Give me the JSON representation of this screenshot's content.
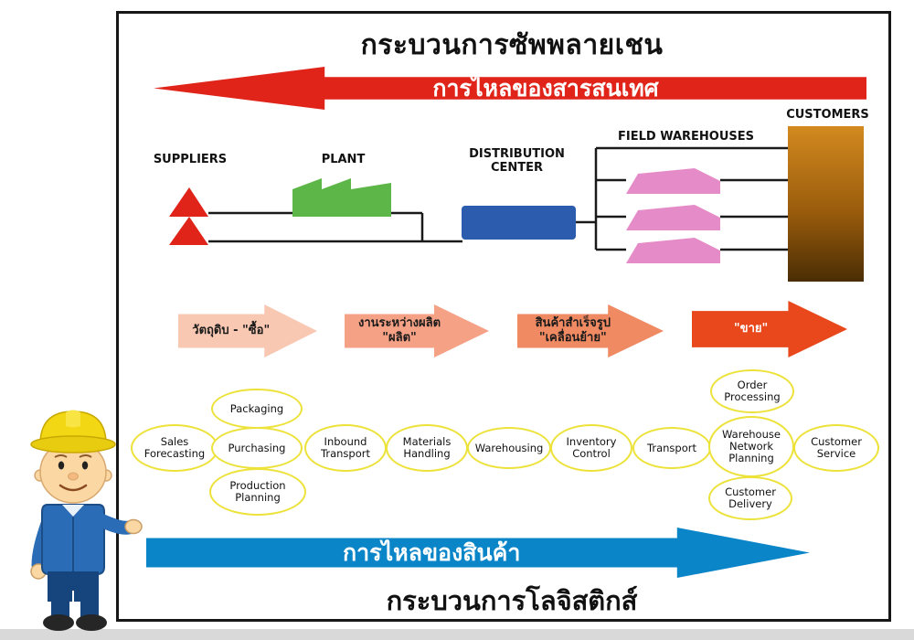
{
  "diagram": {
    "title_top": "กระบวนการซัพพลายเชน",
    "title_bottom": "กระบวนการโลจิสติกส์"
  },
  "flow_arrows": {
    "information": {
      "label": "การไหลของสารสนเทศ",
      "color": "#e0241a"
    },
    "goods": {
      "label": "การไหลของสินค้า",
      "color": "#0a85c8"
    }
  },
  "supply_chain_nodes": {
    "suppliers": {
      "label": "SUPPLIERS",
      "color": "#e0241a"
    },
    "plant": {
      "label": "PLANT",
      "color": "#5cb648"
    },
    "distribution_center": {
      "label": "DISTRIBUTION CENTER",
      "color": "#2b5cad"
    },
    "field_warehouses": {
      "label": "FIELD WAREHOUSES",
      "color": "#e58cc8"
    },
    "customers": {
      "label": "CUSTOMERS",
      "color_top": "#d2891f",
      "color_bottom": "#4a2d04"
    }
  },
  "process_stages": [
    {
      "line1": "วัตถุดิบ - \"ซื้อ\"",
      "line2": "",
      "color": "#f8c8b2",
      "text_color": "#1a1a1a"
    },
    {
      "line1": "งานระหว่างผลิต",
      "line2": "\"ผลิต\"",
      "color": "#f5a185",
      "text_color": "#1a1a1a"
    },
    {
      "line1": "สินค้าสำเร็จรูป",
      "line2": "\"เคลื่อนย้าย\"",
      "color": "#f08a62",
      "text_color": "#1a1a1a"
    },
    {
      "line1": "\"ขาย\"",
      "line2": "",
      "color": "#e8481b",
      "text_color": "#ffffff"
    }
  ],
  "logistics_activities": [
    "Sales Forecasting",
    "Packaging",
    "Purchasing",
    "Production Planning",
    "Inbound Transport",
    "Materials Handling",
    "Warehousing",
    "Inventory Control",
    "Transport",
    "Order Processing",
    "Warehouse Network Planning",
    "Customer Delivery",
    "Customer Service"
  ]
}
